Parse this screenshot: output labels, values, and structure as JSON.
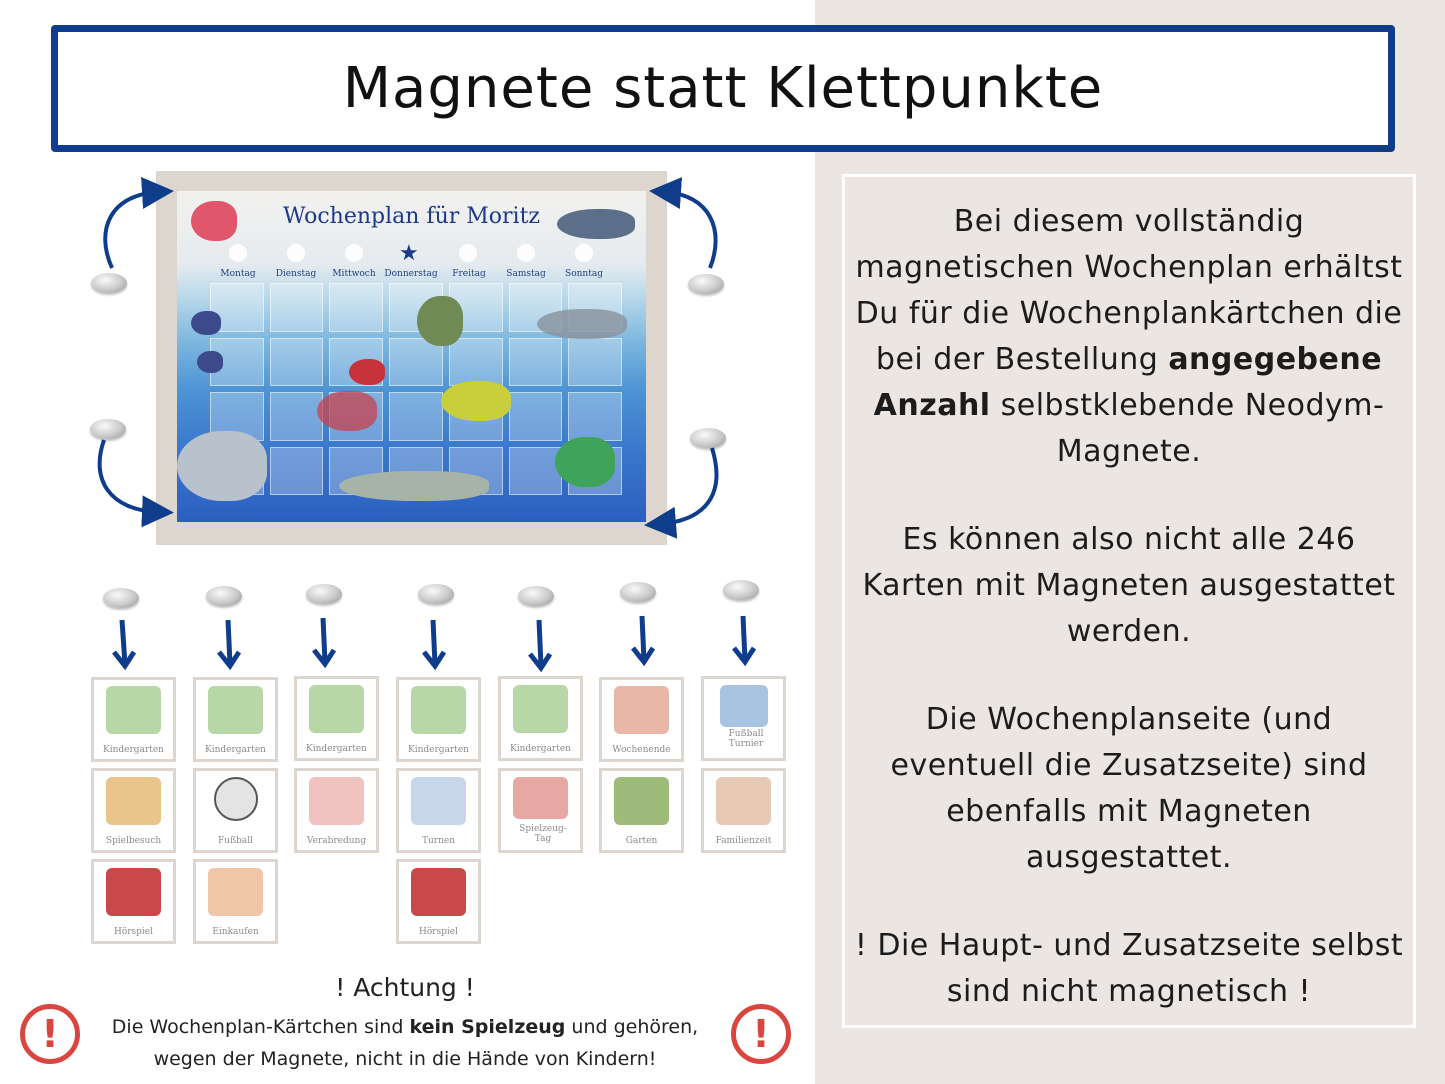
{
  "header": {
    "title": "Magnete statt Klettpunkte"
  },
  "info": {
    "p1_a": "Bei diesem vollständig magnetischen Wochenplan erhältst Du für die Wochenplankärtchen die  bei der Bestellung ",
    "p1_bold": "angegebene Anzahl",
    "p1_b": " selbstklebende Neodym-Magnete.",
    "p2": "Es können also nicht alle 246 Karten mit Magneten ausgestattet werden.",
    "p3": "Die Wochenplanseite (und eventuell die Zusatzseite) sind ebenfalls mit Magneten ausgestattet.",
    "p4": "! Die Haupt- und Zusatzseite selbst sind nicht magnetisch !"
  },
  "board": {
    "title": "Wochenplan für Moritz",
    "days": [
      "Montag",
      "Dienstag",
      "Mittwoch",
      "Donnerstag",
      "Freitag",
      "Samstag",
      "Sonntag"
    ],
    "star": "★"
  },
  "cards": [
    [
      "Kindergarten",
      "Kindergarten",
      "Kindergarten",
      "Kindergarten",
      "Kindergarten",
      "Wochenende",
      "Fußball Turnier"
    ],
    [
      "Spielbesuch",
      "Fußball",
      "Verabredung",
      "Turnen",
      "Spielzeug-Tag",
      "Garten",
      "Familienzeit"
    ],
    [
      "Hörspiel",
      "Einkaufen",
      "",
      "Hörspiel",
      "",
      "",
      ""
    ]
  ],
  "warning": {
    "title": "! Achtung !",
    "text_a": "Die Wochenplan-Kärtchen sind ",
    "text_bold": "kein Spielzeug",
    "text_b": " und gehören,",
    "text_line2": "wegen der Magnete, nicht in die Hände von Kindern!",
    "icon": "!"
  },
  "colors": {
    "frame_blue": "#0f3d8c",
    "warning_red": "#d9463f",
    "panel_beige": "#ebe6e1"
  }
}
